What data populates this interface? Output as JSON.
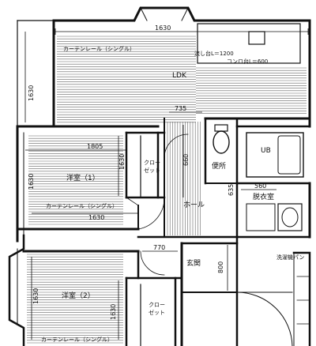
{
  "rooms": {
    "ldk": "LDK",
    "bedroom1": "洋室（1）",
    "bedroom2": "洋室（2）",
    "closet1_line1": "クロー",
    "closet1_line2": "ゼット",
    "closet2_line1": "クロー",
    "closet2_line2": "ゼット",
    "toilet": "便所",
    "bath": "UB",
    "dressing": "脱衣室",
    "hall": "ホール",
    "entrance": "玄関",
    "washer": "洗濯機パン"
  },
  "notes": {
    "curtain_ldk": "カーテンレール（シングル）",
    "curtain_bed1": "カーテンレール（シングル）",
    "curtain_bed2": "カーテンレール（シングル）",
    "sink": "流し台L＝1200",
    "stove": "コンロ台L＝600"
  },
  "dimensions": {
    "ldk_width": "1630",
    "ldk_height": "1630",
    "d735": "735",
    "d1805": "1805",
    "bed1_height": "1630",
    "closet1_height": "1630",
    "d660": "660",
    "bed1_width": "1630",
    "d635": "635",
    "d560": "560",
    "d770": "770",
    "d800": "800",
    "bed2_height": "1630",
    "bed2_right": "1630"
  }
}
